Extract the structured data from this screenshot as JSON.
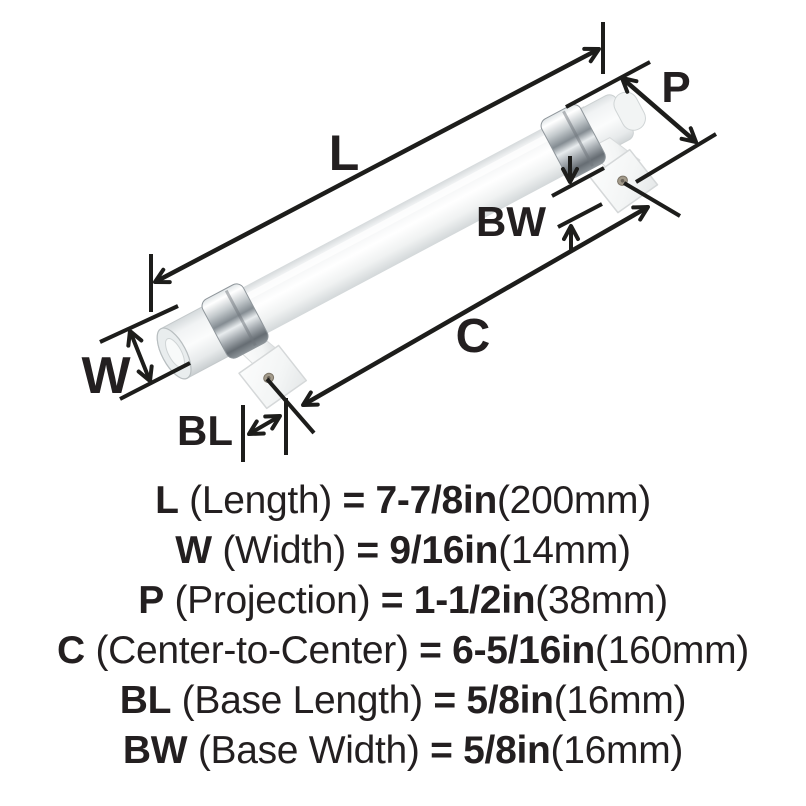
{
  "diagram": {
    "labels": {
      "l": "L",
      "w": "W",
      "p": "P",
      "c": "C",
      "bl": "BL",
      "bw": "BW"
    },
    "subject": "bar-pull-handle"
  },
  "specs": {
    "lines": [
      {
        "code": "L",
        "desc": " (Length) ",
        "value": "= 7-7/8in",
        "metric": "(200mm)"
      },
      {
        "code": "W",
        "desc": " (Width) ",
        "value": "= 9/16in",
        "metric": "(14mm)"
      },
      {
        "code": "P",
        "desc": " (Projection) ",
        "value": "= 1-1/2in",
        "metric": "(38mm)"
      },
      {
        "code": "C",
        "desc": " (Center-to-Center) ",
        "value": "= 6-5/16in",
        "metric": "(160mm)"
      },
      {
        "code": "BL",
        "desc": " (Base Length) ",
        "value": "= 5/8in",
        "metric": "(16mm)"
      },
      {
        "code": "BW",
        "desc": " (Base Width) ",
        "value": "= 5/8in",
        "metric": "(16mm)"
      }
    ]
  },
  "colors": {
    "background": "#ffffff",
    "ink": "#1d1d1b",
    "text": "#231f20",
    "chrome": "#9aa1a6",
    "handle_white": "#f7f8f8",
    "screw": "#a39b8b"
  }
}
